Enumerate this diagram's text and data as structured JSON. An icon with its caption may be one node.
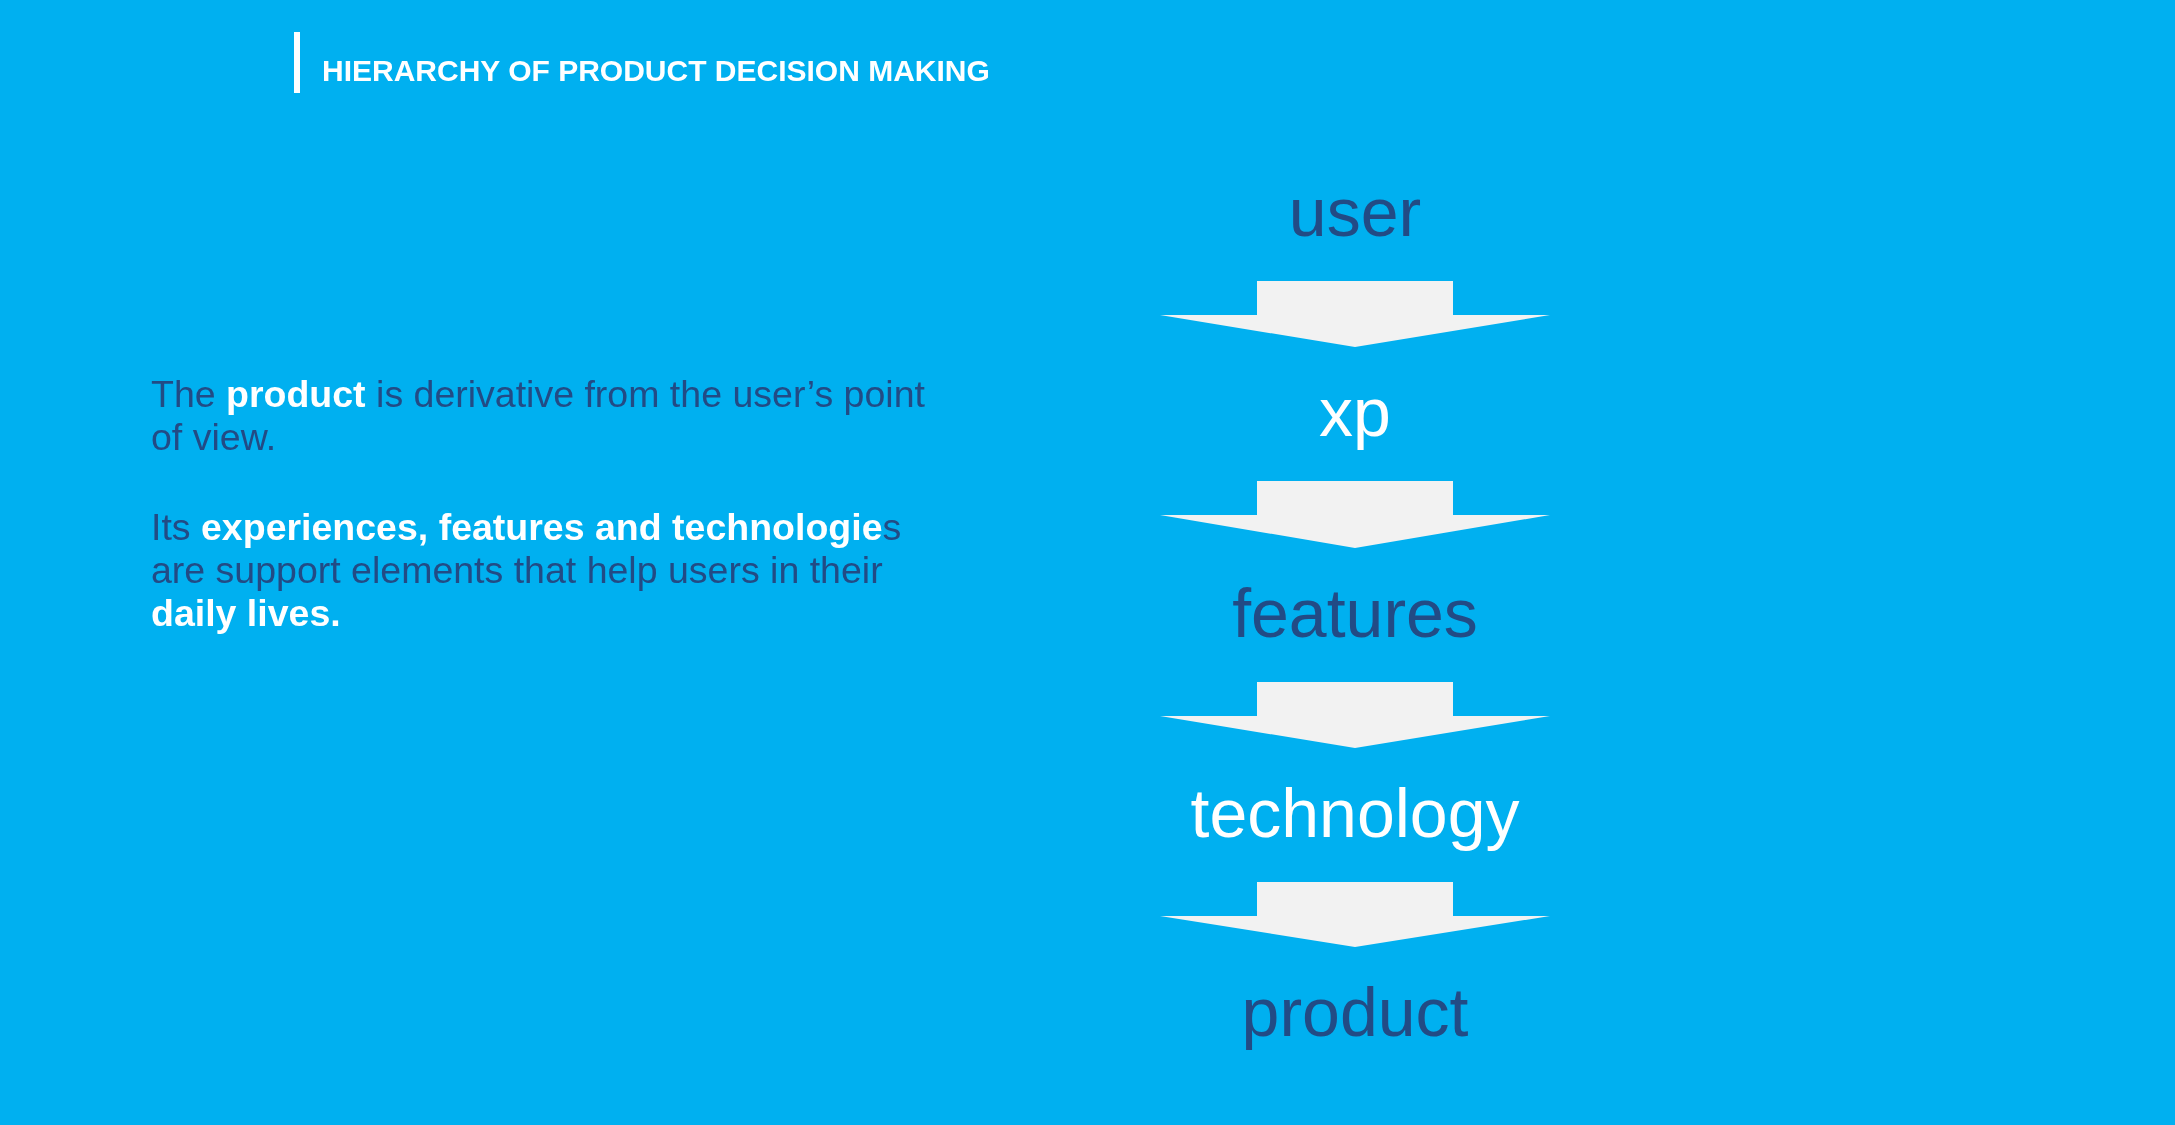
{
  "diagram": {
    "title": "HIERARCHY OF PRODUCT DECISION MAKING",
    "nodes": [
      {
        "text": [
          "user"
        ]
      },
      {
        "text": [
          "xp"
        ]
      },
      {
        "text": [
          "features"
        ]
      },
      {
        "text": [
          "technology"
        ]
      },
      {
        "text": [
          "product"
        ]
      }
    ],
    "edges": [
      {
        "from": 0,
        "to": 1,
        "arrow": "to"
      },
      {
        "from": 1,
        "to": 2,
        "arrow": "to"
      },
      {
        "from": 2,
        "to": 3,
        "arrow": "to"
      },
      {
        "from": 3,
        "to": 4,
        "arrow": "to"
      }
    ],
    "labels": [
      "The **product** is derivative from the user’s point of view.",
      "Its **experiences, features and technologie**s are support elements that help users in their **daily lives.**"
    ]
  }
}
